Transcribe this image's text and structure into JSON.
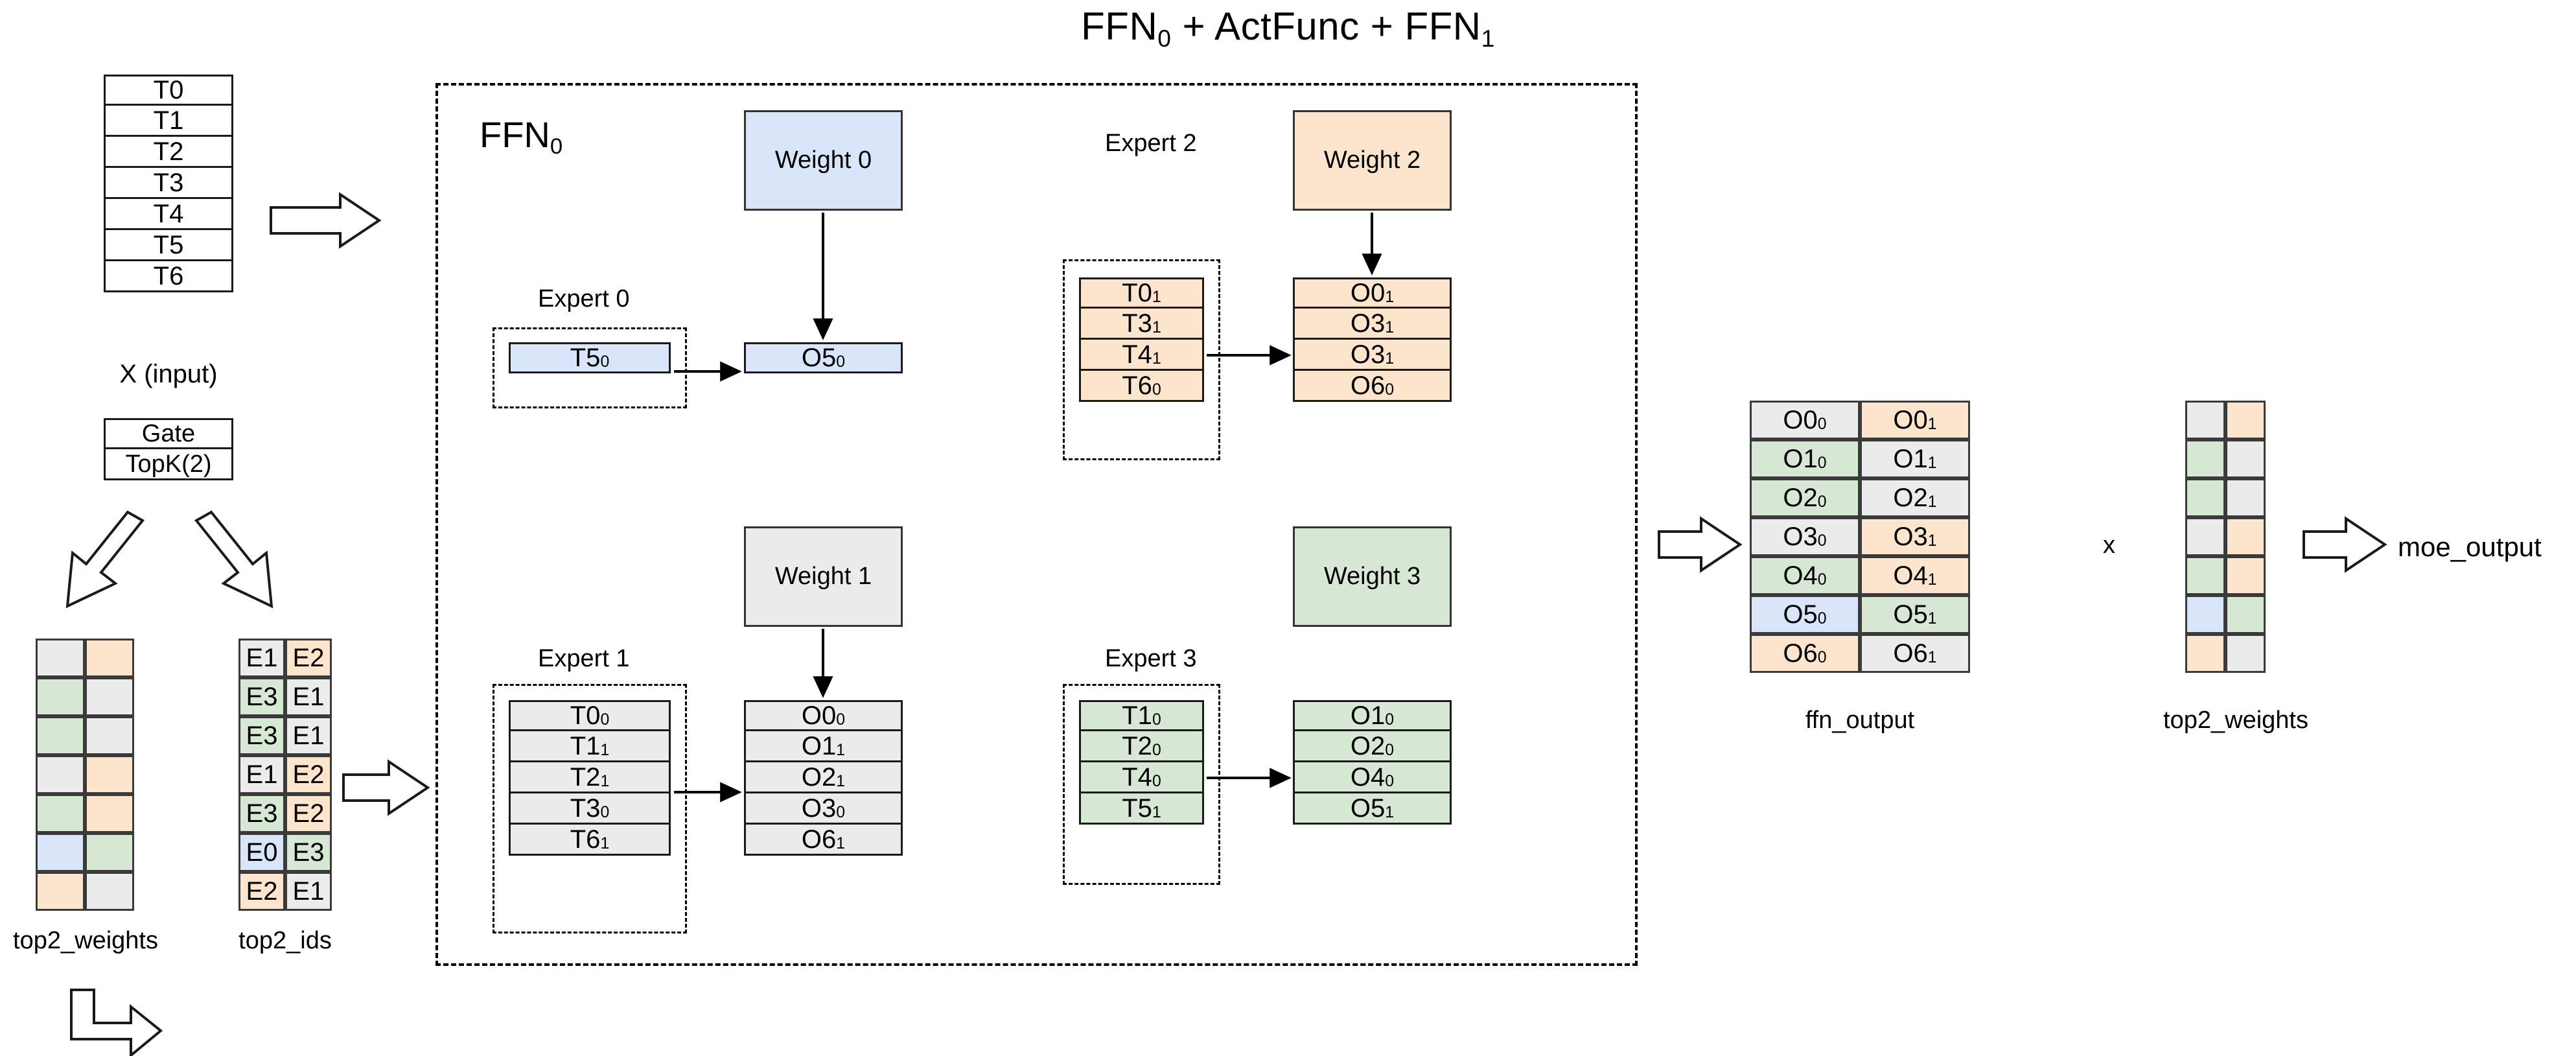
{
  "title": {
    "prefix": "FFN",
    "sub0": "0",
    "mid": " + ActFunc  + FFN",
    "sub1": "1"
  },
  "ffn0_label": {
    "text": "FFN",
    "sub": "0"
  },
  "input": {
    "label": "X (input)",
    "tokens": [
      "T0",
      "T1",
      "T2",
      "T3",
      "T4",
      "T5",
      "T6"
    ]
  },
  "gate": {
    "rows": [
      "Gate",
      "TopK(2)"
    ]
  },
  "top2_weights_left": {
    "label": "top2_weights",
    "colors": [
      [
        "grey",
        "orange"
      ],
      [
        "green",
        "grey"
      ],
      [
        "green",
        "grey"
      ],
      [
        "grey",
        "orange"
      ],
      [
        "green",
        "orange"
      ],
      [
        "blue",
        "green"
      ],
      [
        "orange",
        "grey"
      ]
    ]
  },
  "top2_ids": {
    "label": "top2_ids",
    "rows": [
      [
        {
          "text": "E1",
          "color": "grey"
        },
        {
          "text": "E2",
          "color": "orange"
        }
      ],
      [
        {
          "text": "E3",
          "color": "green"
        },
        {
          "text": "E1",
          "color": "grey"
        }
      ],
      [
        {
          "text": "E3",
          "color": "green"
        },
        {
          "text": "E1",
          "color": "grey"
        }
      ],
      [
        {
          "text": "E1",
          "color": "grey"
        },
        {
          "text": "E2",
          "color": "orange"
        }
      ],
      [
        {
          "text": "E3",
          "color": "green"
        },
        {
          "text": "E2",
          "color": "orange"
        }
      ],
      [
        {
          "text": "E0",
          "color": "blue"
        },
        {
          "text": "E3",
          "color": "green"
        }
      ],
      [
        {
          "text": "E2",
          "color": "orange"
        },
        {
          "text": "E1",
          "color": "grey"
        }
      ]
    ]
  },
  "experts": [
    {
      "name": "Expert 0",
      "weight": "Weight 0",
      "color": "blue",
      "inputs": [
        {
          "base": "T5",
          "sub": "0"
        }
      ],
      "outputs": [
        {
          "base": "O5",
          "sub": "0"
        }
      ]
    },
    {
      "name": "Expert 1",
      "weight": "Weight 1",
      "color": "grey",
      "inputs": [
        {
          "base": "T0",
          "sub": "0"
        },
        {
          "base": "T1",
          "sub": "1"
        },
        {
          "base": "T2",
          "sub": "1"
        },
        {
          "base": "T3",
          "sub": "0"
        },
        {
          "base": "T6",
          "sub": "1"
        }
      ],
      "outputs": [
        {
          "base": "O0",
          "sub": "0"
        },
        {
          "base": "O1",
          "sub": "1"
        },
        {
          "base": "O2",
          "sub": "1"
        },
        {
          "base": "O3",
          "sub": "0"
        },
        {
          "base": "O6",
          "sub": "1"
        }
      ]
    },
    {
      "name": "Expert 2",
      "weight": "Weight 2",
      "color": "orange",
      "inputs": [
        {
          "base": "T0",
          "sub": "1"
        },
        {
          "base": "T3",
          "sub": "1"
        },
        {
          "base": "T4",
          "sub": "1"
        },
        {
          "base": "T6",
          "sub": "0"
        }
      ],
      "outputs": [
        {
          "base": "O0",
          "sub": "1"
        },
        {
          "base": "O3",
          "sub": "1"
        },
        {
          "base": "O3",
          "sub": "1"
        },
        {
          "base": "O6",
          "sub": "0"
        }
      ]
    },
    {
      "name": "Expert 3",
      "weight": "Weight 3",
      "color": "green",
      "inputs": [
        {
          "base": "T1",
          "sub": "0"
        },
        {
          "base": "T2",
          "sub": "0"
        },
        {
          "base": "T4",
          "sub": "0"
        },
        {
          "base": "T5",
          "sub": "1"
        }
      ],
      "outputs": [
        {
          "base": "O1",
          "sub": "0"
        },
        {
          "base": "O2",
          "sub": "0"
        },
        {
          "base": "O4",
          "sub": "0"
        },
        {
          "base": "O5",
          "sub": "1"
        }
      ]
    }
  ],
  "ffn_output": {
    "label": "ffn_output",
    "rows": [
      [
        {
          "base": "O0",
          "sub": "0",
          "color": "grey"
        },
        {
          "base": "O0",
          "sub": "1",
          "color": "orange"
        }
      ],
      [
        {
          "base": "O1",
          "sub": "0",
          "color": "green"
        },
        {
          "base": "O1",
          "sub": "1",
          "color": "grey"
        }
      ],
      [
        {
          "base": "O2",
          "sub": "0",
          "color": "green"
        },
        {
          "base": "O2",
          "sub": "1",
          "color": "grey"
        }
      ],
      [
        {
          "base": "O3",
          "sub": "0",
          "color": "grey"
        },
        {
          "base": "O3",
          "sub": "1",
          "color": "orange"
        }
      ],
      [
        {
          "base": "O4",
          "sub": "0",
          "color": "green"
        },
        {
          "base": "O4",
          "sub": "1",
          "color": "orange"
        }
      ],
      [
        {
          "base": "O5",
          "sub": "0",
          "color": "blue"
        },
        {
          "base": "O5",
          "sub": "1",
          "color": "green"
        }
      ],
      [
        {
          "base": "O6",
          "sub": "0",
          "color": "orange"
        },
        {
          "base": "O6",
          "sub": "1",
          "color": "grey"
        }
      ]
    ]
  },
  "multiply_symbol": "x",
  "top2_weights_right": {
    "label": "top2_weights",
    "colors": [
      [
        "grey",
        "orange"
      ],
      [
        "green",
        "grey"
      ],
      [
        "green",
        "grey"
      ],
      [
        "grey",
        "orange"
      ],
      [
        "green",
        "orange"
      ],
      [
        "blue",
        "green"
      ],
      [
        "orange",
        "grey"
      ]
    ]
  },
  "moe_output": {
    "label": "moe_output"
  },
  "palette": {
    "blue": "#d9e5f8",
    "orange": "#fce4cd",
    "green": "#d7e8d4",
    "grey": "#ececec",
    "stroke": "#1a1a1a"
  }
}
